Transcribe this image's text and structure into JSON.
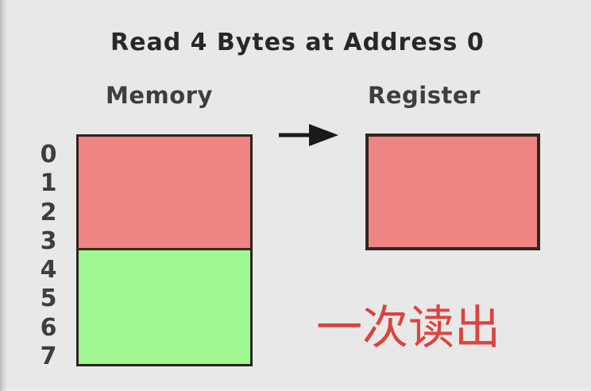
{
  "title": "Read 4 Bytes at Address 0",
  "memory": {
    "label": "Memory",
    "addresses": [
      "0",
      "1",
      "2",
      "3",
      "4",
      "5",
      "6",
      "7"
    ],
    "regions": [
      {
        "name": "bytes-0-3",
        "fill": "#ee8583"
      },
      {
        "name": "bytes-4-7",
        "fill": "#9ef791"
      }
    ]
  },
  "register": {
    "label": "Register",
    "fill": "#ee8583"
  },
  "icons": {
    "arrow_right": "→"
  },
  "note": {
    "text": "一次读出"
  },
  "colors": {
    "background": "#e8e8e8",
    "byte_red": "#ee8583",
    "byte_green": "#9ef791",
    "box_border": "#2c2222",
    "title_text": "#282828",
    "label_text": "#3e3e3e",
    "note_red": "#d9453f",
    "arrow": "#1a1a1a"
  }
}
